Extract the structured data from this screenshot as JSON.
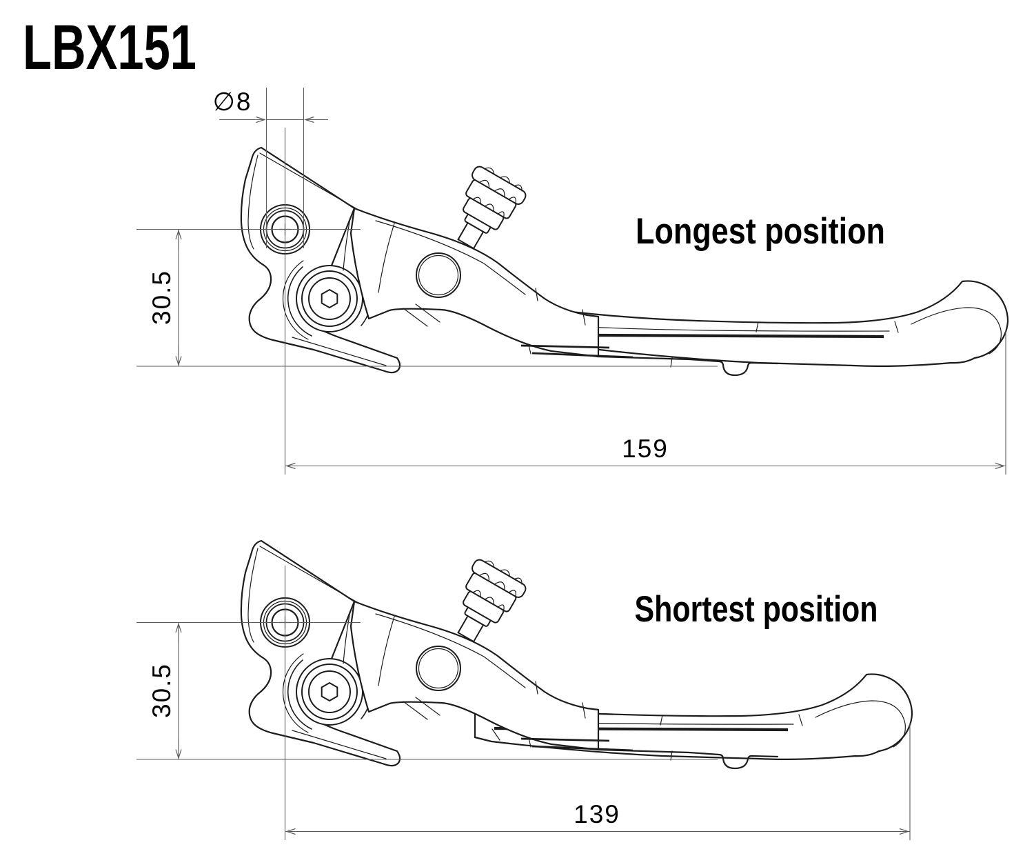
{
  "title": "LBX151",
  "views": [
    {
      "id": "longest",
      "label": "Longest position",
      "length": "159",
      "height": "30.5",
      "hole_diameter": "∅8"
    },
    {
      "id": "shortest",
      "label": "Shortest position",
      "length": "139",
      "height": "30.5"
    }
  ],
  "colors": {
    "background": "#ffffff",
    "line": "#1c1c1c",
    "dimension": "#5c5c5c",
    "text": "#000000"
  }
}
